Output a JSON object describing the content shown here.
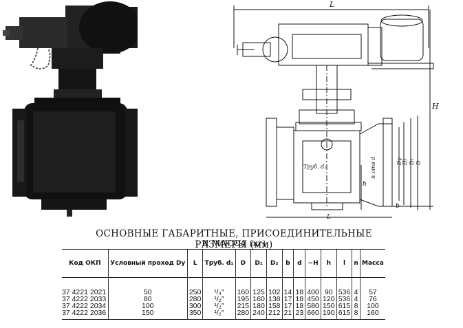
{
  "title_line1": "ОСНОВНЫЕ ГАБАРИТНЫЕ, ПРИСОЕДИНИТЕЛЬНЫЕ РАЗМЕРЫ (мм)",
  "title_line2": "И МАССА (кг)",
  "drawing_labels": {
    "L": "L",
    "L_small": "L",
    "H": "H",
    "h": "h",
    "b": "b",
    "D": "D",
    "D1": "D₁",
    "D2": "D₂",
    "Dy": "Dу",
    "pipe": "Труб. d₁",
    "holes": "n отв d"
  },
  "table": {
    "headers": [
      "Код ОКП",
      "Условный проход Dу",
      "L",
      "Труб. d₁",
      "D",
      "D₁",
      "D₂",
      "b",
      "d",
      "~H",
      "h",
      "l",
      "n",
      "Масса"
    ],
    "rows": [
      [
        "37 4221 2021",
        "50",
        "250",
        "¹/₄″",
        "160",
        "125",
        "102",
        "14",
        "18",
        "400",
        "90",
        "536",
        "4",
        "57"
      ],
      [
        "37 4222 2033",
        "80",
        "280",
        "¹/₂″",
        "195",
        "160",
        "138",
        "17",
        "18",
        "450",
        "120",
        "536",
        "4",
        "76"
      ],
      [
        "37 4222 2034",
        "100",
        "300",
        "¹/₂″",
        "215",
        "180",
        "158",
        "17",
        "18",
        "580",
        "150",
        "615",
        "8",
        "100"
      ],
      [
        "37 4222 2036",
        "150",
        "350",
        "¹/₂″",
        "280",
        "240",
        "212",
        "21",
        "23",
        "660",
        "190",
        "615",
        "8",
        "160"
      ]
    ]
  }
}
